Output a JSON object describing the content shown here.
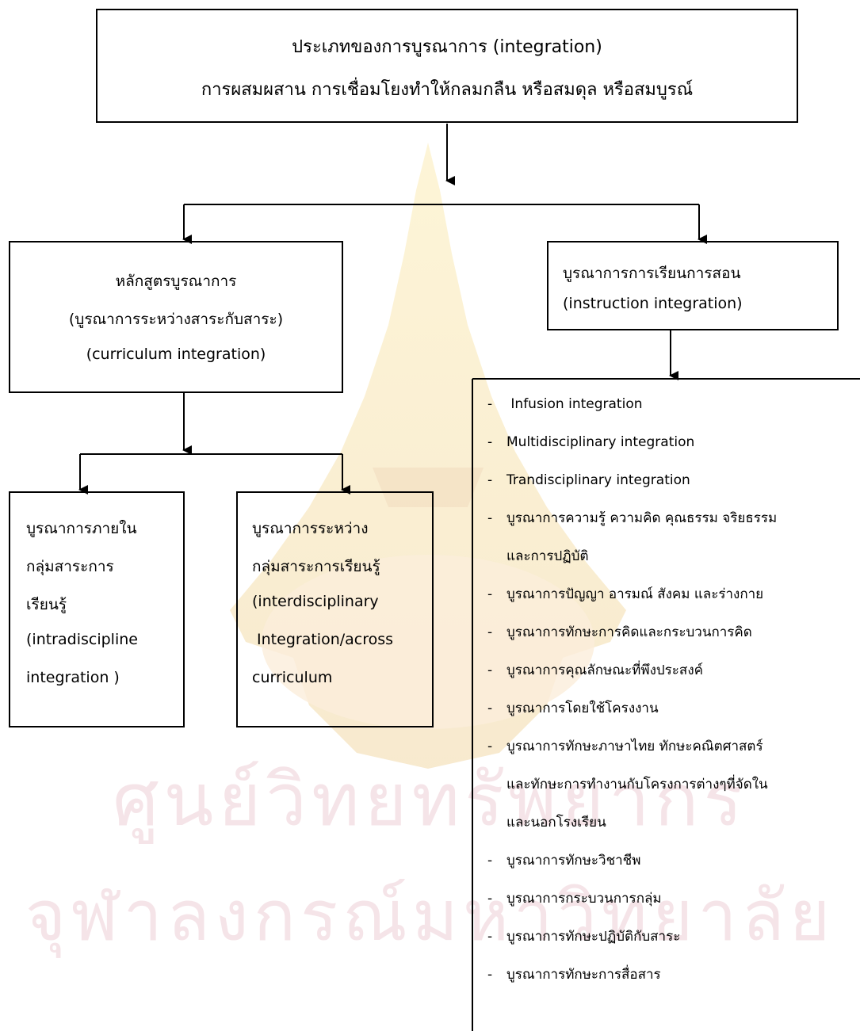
{
  "top_box": {
    "line1": "ประเภทของการบูรณาการ (integration)",
    "line2": "การผสมผสาน การเชื่อมโยงทำให้กลมกลืน หรือสมดุล หรือสมบูรณ์"
  },
  "left_box": {
    "line1": "หลักสูตรบูรณาการ",
    "line2": "(บูรณาการระหว่างสาระกับสาระ)",
    "line3": "(curriculum integration)"
  },
  "right_box": {
    "line1": "บูรณาการการเรียนการสอน",
    "line2": "(instruction integration)"
  },
  "sub_left_box": {
    "line1": "บูรณาการภายใน",
    "line2": "กลุ่มสาระการ",
    "line3": "เรียนรู้",
    "line4": "(intradiscipline",
    "line5": "integration )"
  },
  "sub_right_box": {
    "line1": "บูรณาการระหว่าง",
    "line2": "กลุ่มสาระการเรียนรู้",
    "line3": "(interdisciplinary",
    "line4": " Integration/across",
    "line5": "curriculum"
  },
  "bullets": {
    "dash": "-",
    "items": [
      " Infusion integration",
      "Multidisciplinary integration",
      "Trandisciplinary integration",
      "บูรณาการความรู้ ความคิด คุณธรรม จริยธรรม",
      "และการปฏิบัติ",
      "บูรณาการปัญญา อารมณ์ สังคม และร่างกาย",
      "บูรณาการทักษะการคิดและกระบวนการคิด",
      "บูรณาการคุณลักษณะที่พึงประสงค์",
      "บูรณาการโดยใช้โครงงาน",
      "บูรณาการทักษะภาษาไทย ทักษะคณิตศาสตร์",
      "และทักษะการทำงานกับโครงการต่างๆที่จัดใน",
      "และนอกโรงเรียน",
      "บูรณาการทักษะวิชาชีพ",
      "บูรณาการกระบวนการกลุ่ม",
      "บูรณาการทักษะปฏิบัติกับสาระ",
      "บูรณาการทักษะการสื่อสาร"
    ],
    "has_dash": [
      true,
      true,
      true,
      true,
      false,
      true,
      true,
      true,
      true,
      true,
      false,
      false,
      true,
      true,
      true,
      true
    ]
  },
  "watermark": {
    "line1": "ศูนย์วิทยทรัพยากร",
    "line2": "จุฬาลงกรณ์มหาวิทยาลัย"
  }
}
